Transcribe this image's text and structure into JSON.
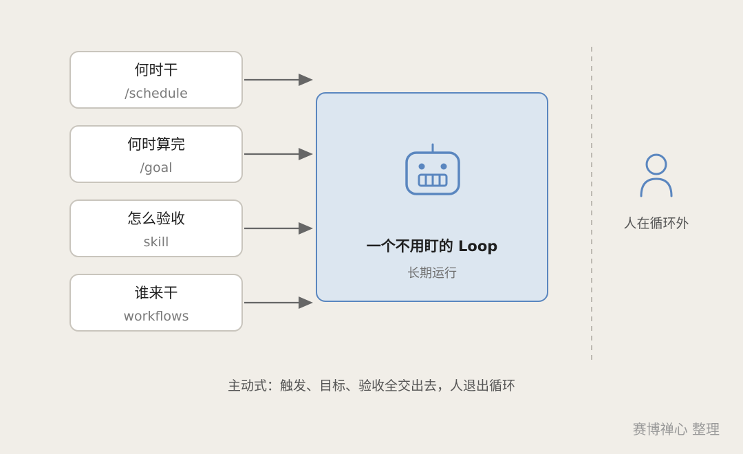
{
  "inputs": [
    {
      "title": "何时干",
      "sub": "/schedule"
    },
    {
      "title": "何时算完",
      "sub": "/goal"
    },
    {
      "title": "怎么验收",
      "sub": "skill"
    },
    {
      "title": "谁来干",
      "sub": "workflows"
    }
  ],
  "loop": {
    "title": "一个不用盯的 Loop",
    "subtitle": "长期运行",
    "icon": "robot-icon"
  },
  "human": {
    "label": "人在循环外",
    "icon": "person-icon"
  },
  "caption": "主动式：触发、目标、验收全交出去，人退出循环",
  "credit": "赛博禅心 整理",
  "colors": {
    "background": "#f1eee8",
    "card_border": "#c9c5bd",
    "arrow": "#666666",
    "loop_fill": "#dce6f0",
    "loop_border": "#5a86bf",
    "divider": "#bdb9b2"
  }
}
